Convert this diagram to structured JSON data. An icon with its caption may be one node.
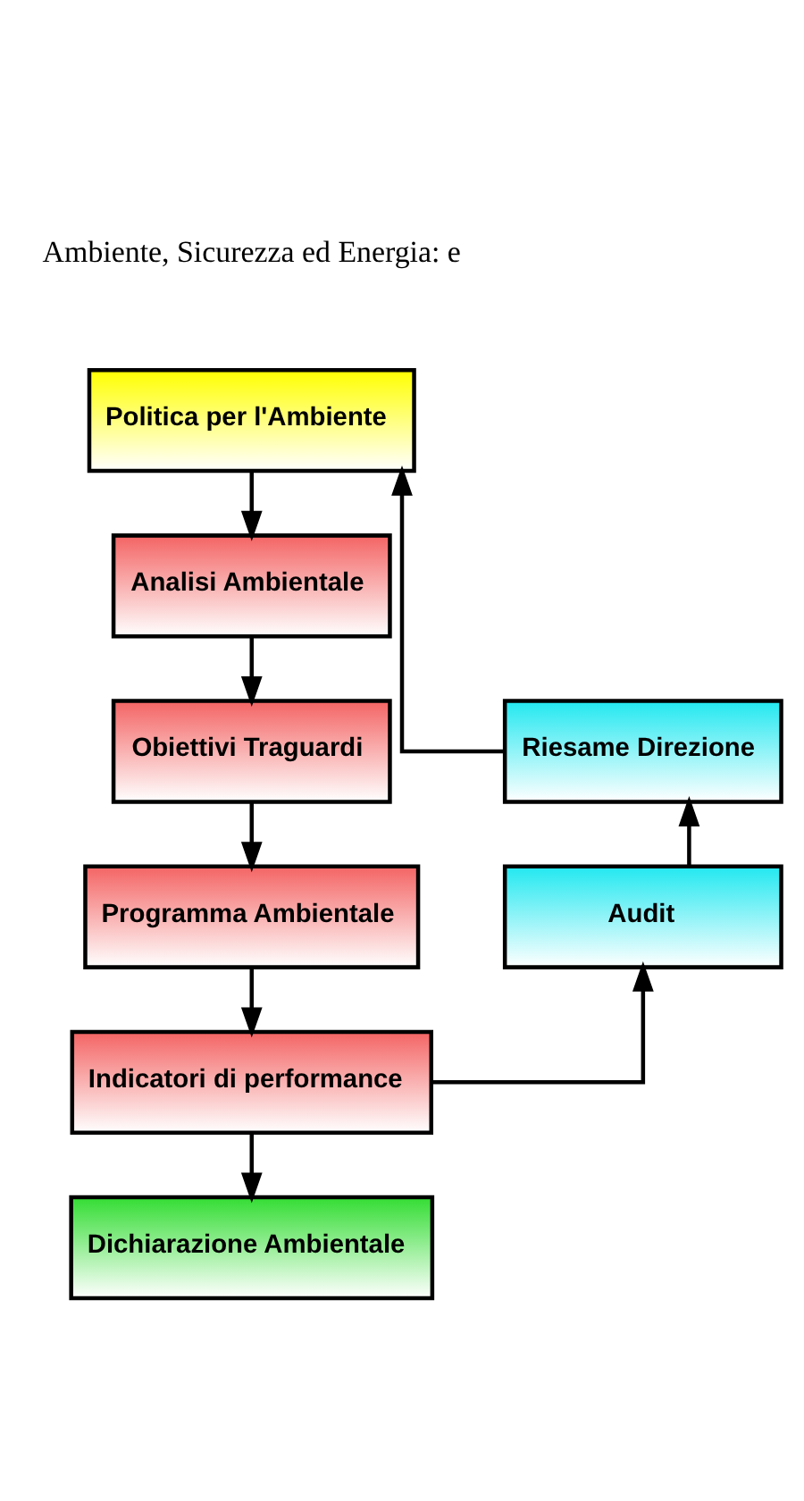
{
  "diagram": {
    "nodes": [
      {
        "text": [
          "Politica per l'Ambiente"
        ]
      },
      {
        "text": [
          "Analisi Ambientale"
        ]
      },
      {
        "text": [
          "Obiettivi Traguardi"
        ]
      },
      {
        "text": [
          "Programma Ambientale"
        ]
      },
      {
        "text": [
          "Indicatori di performance"
        ]
      },
      {
        "text": [
          "Dichiarazione Ambientale"
        ]
      },
      {
        "text": [
          "Riesame Direzione"
        ]
      },
      {
        "text": [
          "Audit"
        ]
      }
    ],
    "edges": [
      {
        "from": 0,
        "to": 1,
        "arrow": "to"
      },
      {
        "from": 1,
        "to": 2,
        "arrow": "to"
      },
      {
        "from": 2,
        "to": 3,
        "arrow": "to"
      },
      {
        "from": 3,
        "to": 4,
        "arrow": "to"
      },
      {
        "from": 4,
        "to": 5,
        "arrow": "to"
      },
      {
        "from": 4,
        "to": 7,
        "arrow": "to"
      },
      {
        "from": 7,
        "to": 6,
        "arrow": "to"
      },
      {
        "from": 6,
        "to": 0,
        "arrow": "to"
      }
    ],
    "labels": [
      "Ambiente, Sicurezza ed Energia: e"
    ]
  }
}
